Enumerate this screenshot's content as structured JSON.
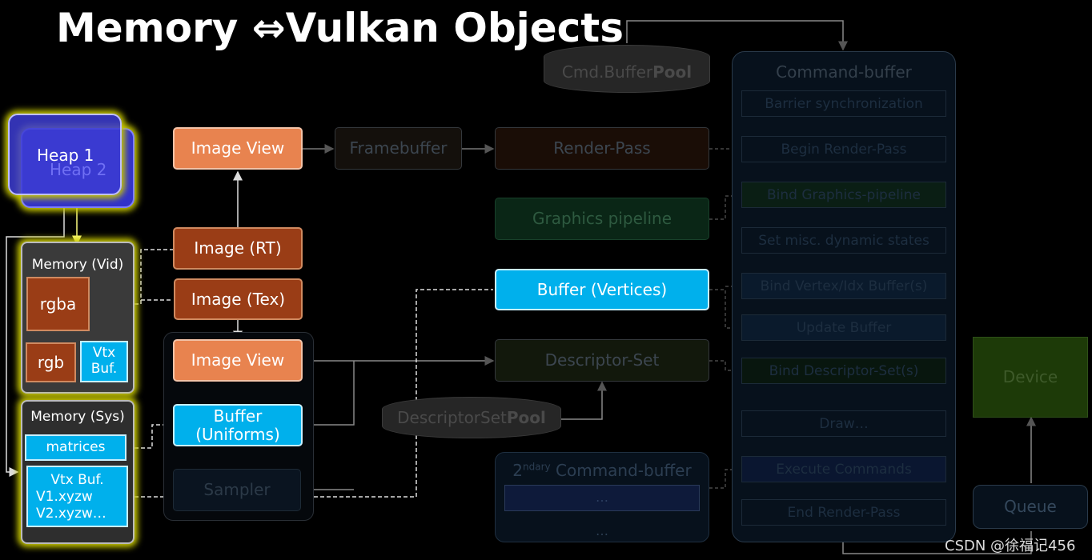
{
  "title": "Memory ⇔Vulkan Objects",
  "heaps": {
    "heap1": "Heap 1",
    "heap2": "Heap 2"
  },
  "memory_vid": {
    "label": "Memory (Vid)",
    "rgba": "rgba",
    "rgb": "rgb",
    "vtx": "Vtx Buf."
  },
  "memory_sys": {
    "label": "Memory (Sys)",
    "matrices": "matrices",
    "vtx_lines": [
      "Vtx Buf.",
      "V1.xyzw",
      "V2.xyzw…"
    ]
  },
  "objects": {
    "image_view_top": "Image View",
    "image_rt": "Image (RT)",
    "image_tex": "Image (Tex)",
    "image_view": "Image View",
    "buffer_uniforms_1": "Buffer",
    "buffer_uniforms_2": "(Uniforms)",
    "sampler": "Sampler",
    "framebuffer": "Framebuffer",
    "render_pass": "Render-Pass",
    "graphics_pipeline": "Graphics pipeline",
    "buffer_vertices": "Buffer (Vertices)",
    "descriptor_set": "Descriptor-Set",
    "descriptor_pool_a": "DescriptorSet ",
    "descriptor_pool_b": "Pool",
    "cmd_pool_a": "Cmd.Buffer ",
    "cmd_pool_b": "Pool",
    "secondary_cb_sup": "ndary",
    "secondary_cb_pre": "2",
    "secondary_cb_post": " Command-buffer",
    "secondary_cb_item": "…",
    "secondary_cb_more": "…",
    "device": "Device",
    "queue": "Queue"
  },
  "command_buffer": {
    "title": "Command-buffer",
    "items": [
      "Barrier synchronization",
      "Begin Render-Pass",
      "Bind Graphics-pipeline",
      "Set misc. dynamic states",
      "Bind Vertex/Idx Buffer(s)",
      "Update Buffer",
      "Bind Descriptor-Set(s)",
      "Draw…",
      "Execute Commands",
      "End Render-Pass"
    ]
  },
  "watermark": "CSDN @徐福记456",
  "colors": {
    "orange": "#e8834f",
    "brown": "#9a3d16",
    "cyan": "#00b0ec",
    "heap": "#3232c8",
    "highlight": "#c8c800"
  }
}
